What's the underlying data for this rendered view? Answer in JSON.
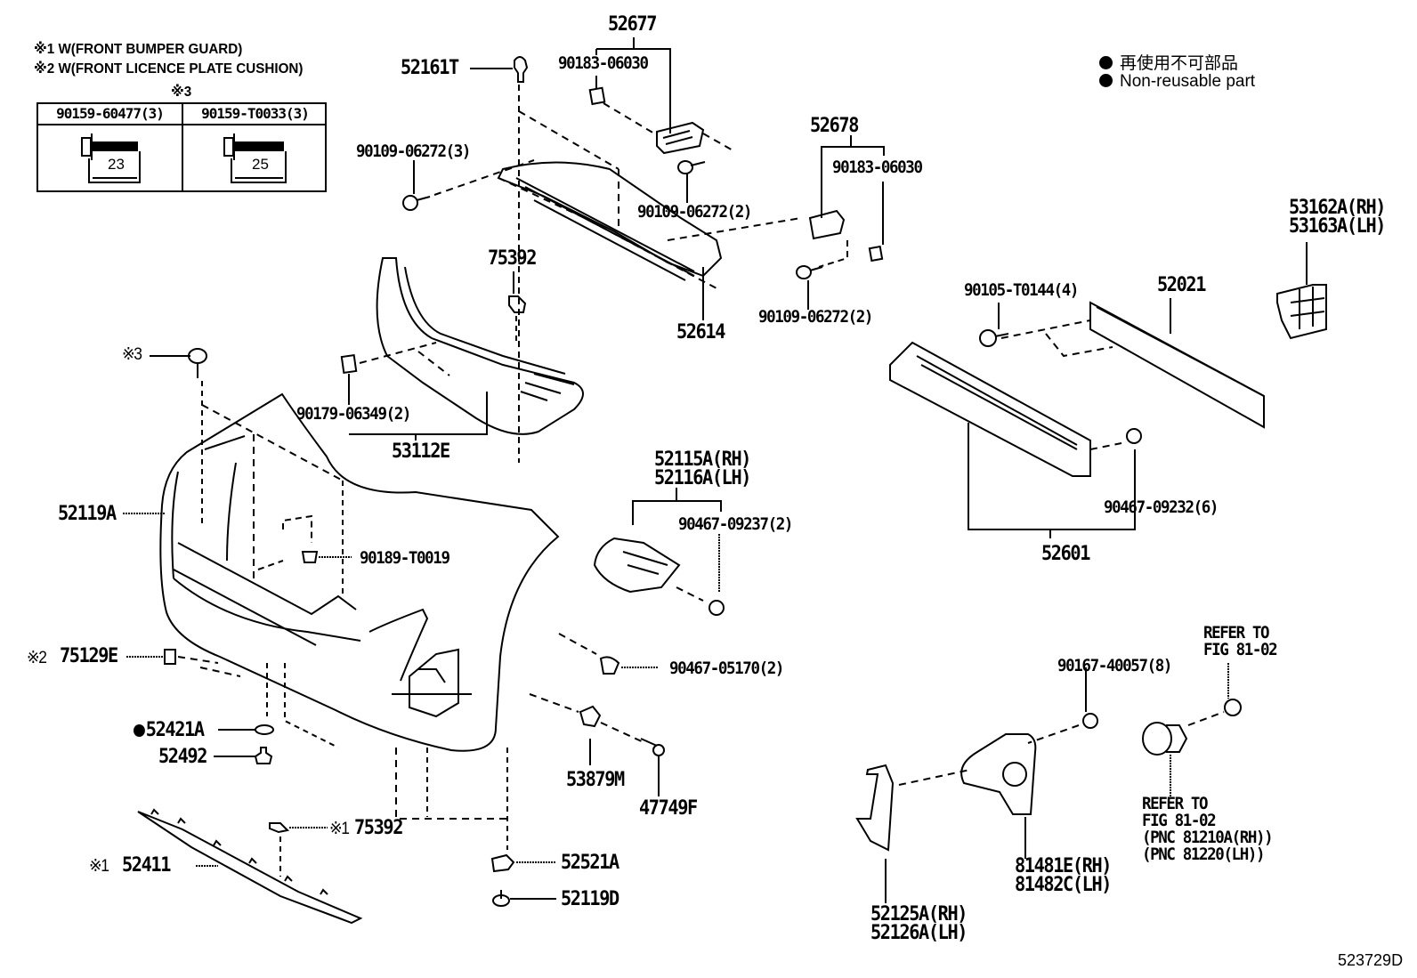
{
  "figure_id": "523729D",
  "notes": {
    "note1": "※1 W(FRONT BUMPER GUARD)",
    "note2": "※2 W(FRONT LICENCE PLATE CUSHION)",
    "note3_title": "※3"
  },
  "bolt_table": {
    "columns": [
      {
        "part": "90159-60477(3)",
        "length": "23"
      },
      {
        "part": "90159-T0033(3)",
        "length": "25"
      }
    ]
  },
  "legend": {
    "japanese": "再使用不可部品",
    "english": "Non-reusable part"
  },
  "parts": {
    "p52677": "52677",
    "p52161T": "52161T",
    "p90183_a": "90183-06030",
    "p90109_3": "90109-06272(3)",
    "p90109_2a": "90109-06272(2)",
    "p52678": "52678",
    "p90183_b": "90183-06030",
    "p90109_2b": "90109-06272(2)",
    "p52614": "52614",
    "p75392_top": "75392",
    "p90179": "90179-06349(2)",
    "p53112E": "53112E",
    "p_note3": "※3",
    "p52119A": "52119A",
    "p90189": "90189-T0019",
    "p52115A": "52115A(RH)",
    "p52116A": "52116A(LH)",
    "p90467_09237": "90467-09237(2)",
    "p90467_05170": "90467-05170(2)",
    "p53162A": "53162A(RH)",
    "p53163A": "53163A(LH)",
    "p90105": "90105-T0144(4)",
    "p52021": "52021",
    "p90467_09232": "90467-09232(6)",
    "p52601": "52601",
    "p75129E_mark": "※2",
    "p75129E": "75129E",
    "p52421A": "52421A",
    "p52492": "52492",
    "p53879M": "53879M",
    "p47749F": "47749F",
    "p75392_bot_mark": "※1",
    "p75392_bot": "75392",
    "p52411_mark": "※1",
    "p52411": "52411",
    "p52521A": "52521A",
    "p52119D": "52119D",
    "p90167": "90167-40057(8)",
    "refer_top_1": "REFER TO",
    "refer_top_2": "FIG 81-02",
    "refer_bot_1": "REFER TO",
    "refer_bot_2": "FIG 81-02",
    "refer_bot_3": "(PNC 81210A(RH))",
    "refer_bot_4": "(PNC 81220(LH))",
    "p81481E": "81481E(RH)",
    "p81482C": "81482C(LH)",
    "p52125A": "52125A(RH)",
    "p52126A": "52126A(LH)"
  }
}
